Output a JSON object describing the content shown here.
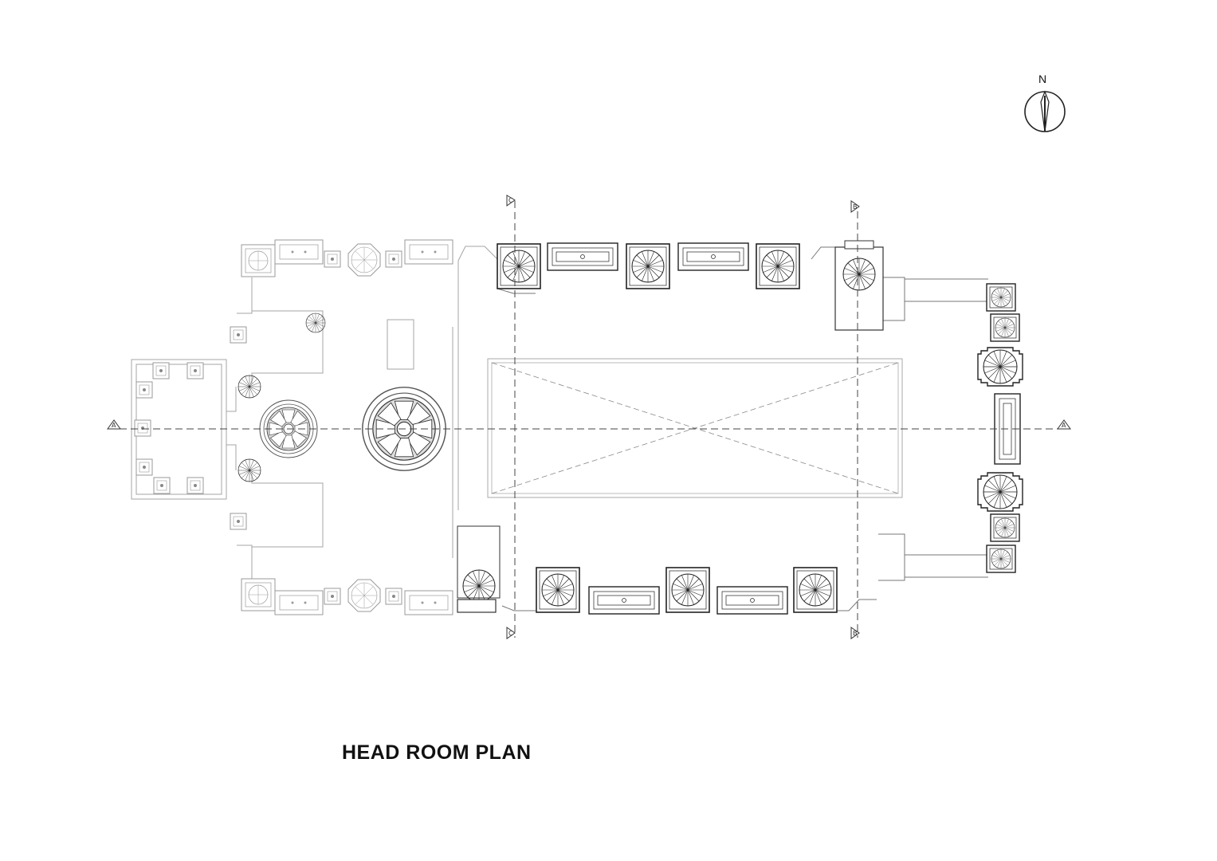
{
  "drawing": {
    "title": "HEAD ROOM PLAN",
    "north": "N",
    "section_markers": [
      "A",
      "A",
      "B",
      "B",
      "C",
      "C"
    ]
  },
  "colors": {
    "line_dark": "#222222",
    "line_light": "#9a9a9a",
    "dash": "#555555"
  }
}
